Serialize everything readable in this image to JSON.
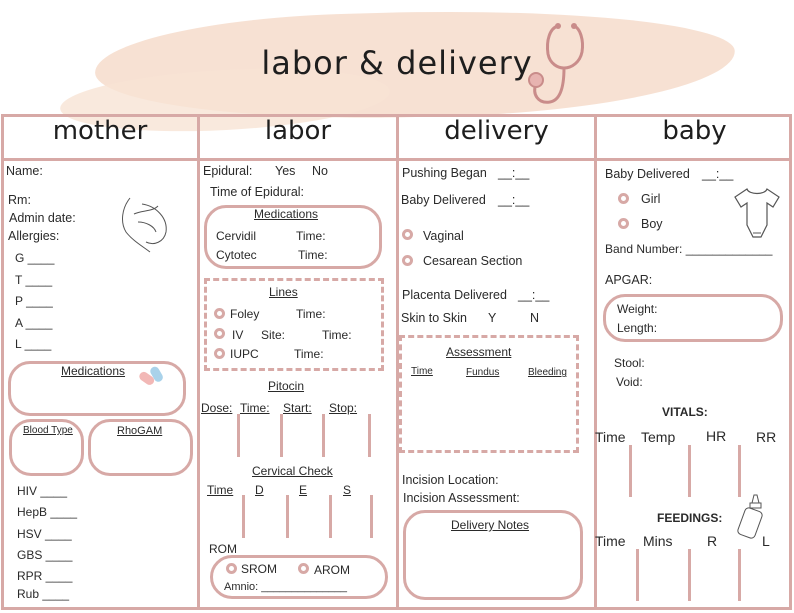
{
  "title": "labor & delivery",
  "columns": {
    "mother": "mother",
    "labor": "labor",
    "delivery": "delivery",
    "baby": "baby"
  },
  "mother": {
    "name": "Name:",
    "rm": "Rm:",
    "admin_date": "Admin date:",
    "allergies": "Allergies:",
    "gtpal": [
      "G ____",
      "T ____",
      "P ____",
      "A ____",
      "L ____"
    ],
    "medications": "Medications",
    "blood_type": "Blood Type",
    "rhogam": "RhoGAM",
    "labs": [
      "HIV ____",
      "HepB ____",
      "HSV ____",
      "GBS ____",
      "RPR ____",
      "Rub ____"
    ]
  },
  "labor": {
    "epidural": "Epidural:",
    "yes": "Yes",
    "no": "No",
    "time_of_epidural": "Time of Epidural:",
    "medications": "Medications",
    "cervidil": "Cervidil",
    "cytotec": "Cytotec",
    "time": "Time:",
    "lines": "Lines",
    "foley": "Foley",
    "iv": "IV",
    "site": "Site:",
    "iupc": "IUPC",
    "pitocin": "Pitocin",
    "pitocin_cols": [
      "Dose:",
      "Time:",
      "Start:",
      "Stop:"
    ],
    "cervical_check": "Cervical Check",
    "cervical_cols": [
      "Time",
      "D",
      "E",
      "S"
    ],
    "rom": "ROM",
    "srom": "SROM",
    "arom": "AROM",
    "amnio": "Amnio: ______________"
  },
  "delivery": {
    "pushing_began": "Pushing Began",
    "baby_delivered": "Baby Delivered",
    "time_blank": "__:__",
    "vaginal": "Vaginal",
    "cesarean": "Cesarean Section",
    "placenta_delivered": "Placenta Delivered",
    "skin_to_skin": "Skin to Skin",
    "y": "Y",
    "n": "N",
    "assessment": "Assessment",
    "assessment_cols": [
      "Time",
      "Fundus",
      "Bleeding"
    ],
    "incision_location": "Incision Location:",
    "incision_assessment": "Incision Assessment:",
    "delivery_notes": "Delivery Notes"
  },
  "baby": {
    "baby_delivered": "Baby Delivered",
    "time_blank": "__:__",
    "girl": "Girl",
    "boy": "Boy",
    "band_number": "Band Number: _____________",
    "apgar": "APGAR:",
    "weight": "Weight:",
    "length": "Length:",
    "stool": "Stool:",
    "void": "Void:",
    "vitals": "VITALS:",
    "vitals_cols": [
      "Time",
      "Temp",
      "HR",
      "RR"
    ],
    "feedings": "FEEDINGS:",
    "feedings_cols": [
      "Time",
      "Mins",
      "R",
      "L"
    ]
  },
  "colors": {
    "accent": "#d7a9a6",
    "brush": "#f6dccb"
  }
}
